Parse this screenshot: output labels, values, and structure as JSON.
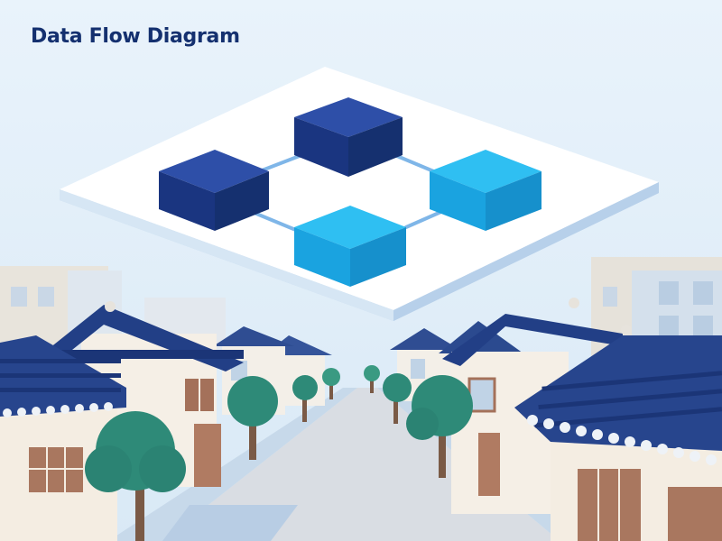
{
  "title": "Data Flow Diagram",
  "colors": {
    "sky": "#e6f1fa",
    "navy_node": "#1d3a8a",
    "cyan_node": "#1fa8e6",
    "platform": "#ffffff",
    "roof": "#2b4a8f",
    "tree": "#2e8a78",
    "road": "#d9dde3",
    "wall": "#f5efe6"
  },
  "diagram": {
    "nodes": [
      {
        "id": "top",
        "shade": "navy"
      },
      {
        "id": "left",
        "shade": "navy"
      },
      {
        "id": "right",
        "shade": "cyan"
      },
      {
        "id": "bottom",
        "shade": "cyan"
      }
    ],
    "links": [
      [
        "left",
        "top"
      ],
      [
        "top",
        "right"
      ],
      [
        "left",
        "bottom"
      ],
      [
        "bottom",
        "right"
      ]
    ]
  }
}
